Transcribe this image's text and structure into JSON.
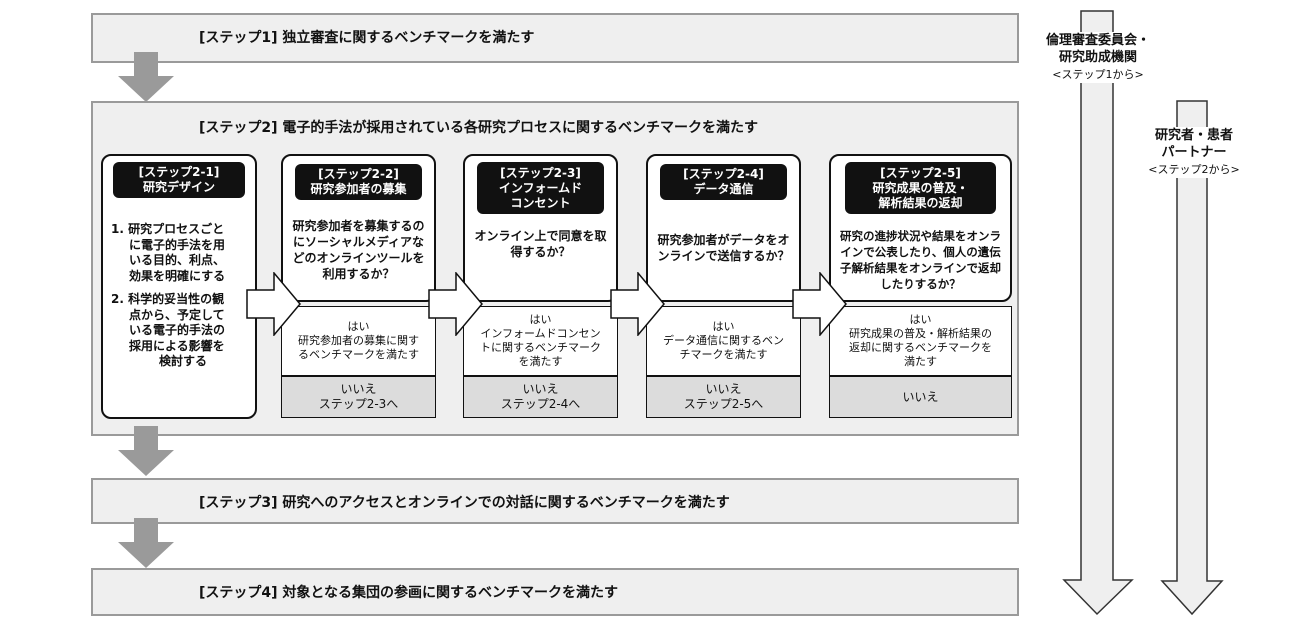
{
  "steps": {
    "step1": "[ステップ1] 独立審査に関するベンチマークを満たす",
    "step2": "[ステップ2] 電子的手法が採用されている各研究プロセスに関するベンチマークを満たす",
    "step3": "[ステップ3] 研究へのアクセスとオンラインでの対話に関するベンチマークを満たす",
    "step4": "[ステップ4] 対象となる集団の参画に関するベンチマークを満たす"
  },
  "substeps": [
    {
      "head1": "[ステップ2-1]",
      "head2": "研究デザイン",
      "items": [
        [
          "1. 研究プロセスごと",
          "に電子的手法を用",
          "いる目的、利点、",
          "効果を明確にする"
        ],
        [
          "2. 科学的妥当性の観",
          "点から、予定して",
          "いる電子的手法の",
          "採用による影響を",
          "検討する"
        ]
      ]
    },
    {
      "head1": "[ステップ2-2]",
      "head2": "研究参加者の募集",
      "question": [
        "研究参加者を募集するの",
        "にソーシャルメディアな",
        "どのオンラインツールを",
        "利用するか？"
      ],
      "yes": [
        "はい",
        "研究参加者の募集に関す",
        "るベンチマークを満たす"
      ],
      "no": [
        "いいえ",
        "ステップ2-3へ"
      ]
    },
    {
      "head1": "[ステップ2-3]",
      "head2": "インフォームド",
      "head3": "コンセント",
      "question": [
        "オンライン上で同意を取",
        "得するか？"
      ],
      "yes": [
        "はい",
        "インフォームドコンセン",
        "トに関するベンチマーク",
        "を満たす"
      ],
      "no": [
        "いいえ",
        "ステップ2-4へ"
      ]
    },
    {
      "head1": "[ステップ2-4]",
      "head2": "データ通信",
      "question": [
        "研究参加者がデータをオ",
        "ンラインで送信するか？"
      ],
      "yes": [
        "はい",
        "データ通信に関するベン",
        "チマークを満たす"
      ],
      "no": [
        "いいえ",
        "ステップ2-5へ"
      ]
    },
    {
      "head1": "[ステップ2-5]",
      "head2": "研究成果の普及・",
      "head3": "解析結果の返却",
      "question": [
        "研究の進捗状況や結果をオンラ",
        "インで公表したり、個人の遺伝",
        "子解析結果をオンラインで返却",
        "したりするか？"
      ],
      "yes": [
        "はい",
        "研究成果の普及・解析結果の",
        "返却に関するベンチマークを",
        "満たす"
      ],
      "no": [
        "いいえ"
      ]
    }
  ],
  "right": {
    "ethics": [
      "倫理審査委員会・",
      "研究助成機関"
    ],
    "ethics_sub": "<ステップ1から>",
    "partners": [
      "研究者・患者",
      "パートナー"
    ],
    "partners_sub": "<ステップ2から>"
  },
  "colors": {
    "bar_fill": "#efefef",
    "bar_border": "#9a9a9a",
    "arrow_gray": "#9a9a9a",
    "no_fill": "#dcdcdc",
    "head_fill": "#111111"
  }
}
